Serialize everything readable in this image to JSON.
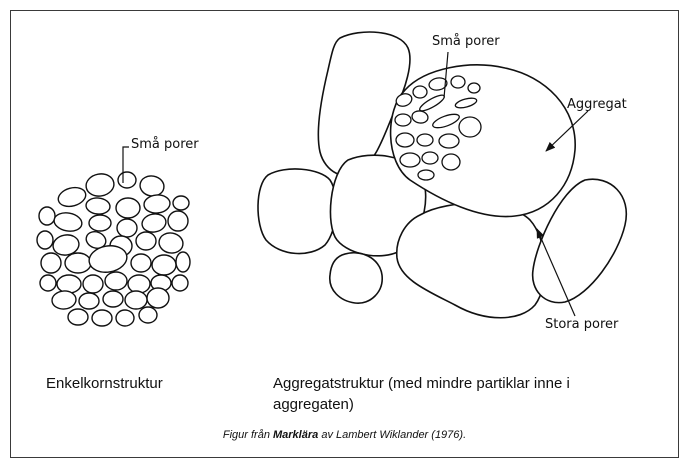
{
  "figure": {
    "single_grain": {
      "pore_label": "Små porer",
      "caption": "Enkelkornstruktur"
    },
    "aggregate": {
      "small_pore_label": "Små porer",
      "aggregate_label": "Aggregat",
      "large_pore_label": "Stora porer",
      "caption_line1": "Aggregatstruktur (med mindre partiklar inne i",
      "caption_line2": "aggregaten)"
    },
    "credit": {
      "prefix": "Figur från",
      "book": "Marklära",
      "suffix": "av Lambert Wiklander (1976)."
    }
  },
  "colors": {
    "ink": "#111111",
    "background": "#ffffff"
  }
}
